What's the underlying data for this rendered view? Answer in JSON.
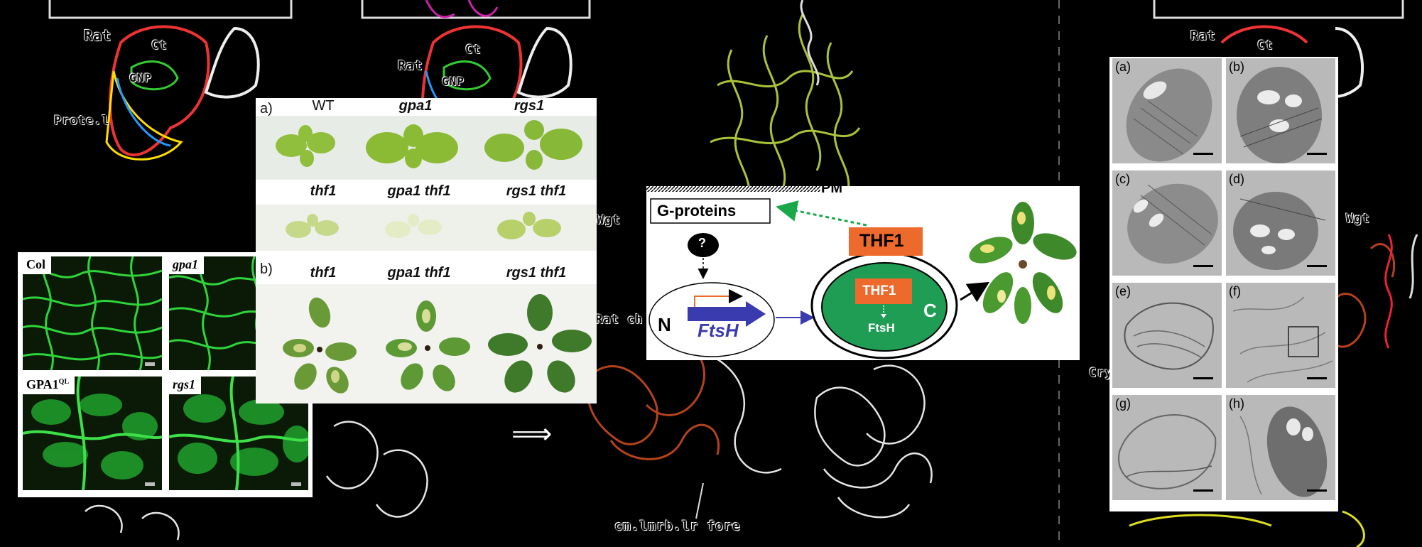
{
  "background_labels": {
    "top_left_1": "Rat",
    "top_left_2": "Ct",
    "top_left_3": "GNP",
    "top_left_4": "Prote.l",
    "top_mid_1": "Rat",
    "top_mid_2": "Ct",
    "top_mid_3": "GNP",
    "right_1": "Rat",
    "right_2": "Ct",
    "bottom_caption": "cm.lmrb.lr fore",
    "arrow_symbol": "⟹",
    "mid_tag": "Rat ch",
    "side_tag_1": "Wgt",
    "side_tag_2": "Wgt",
    "cry_tag": "Cry"
  },
  "micrographs": {
    "col": "Col",
    "gpa1": "gpa1",
    "gpa1ql_base": "GPA1",
    "gpa1ql_sup": "QL",
    "rgs1": "rgs1"
  },
  "seedlings": {
    "label_a": "a)",
    "label_b": "b)",
    "row1": [
      "WT",
      "gpa1",
      "rgs1"
    ],
    "row2": [
      "thf1",
      "gpa1 thf1",
      "rgs1 thf1"
    ],
    "row3": [
      "thf1",
      "gpa1 thf1",
      "rgs1 thf1"
    ]
  },
  "model": {
    "pm": "PM",
    "gproteins": "G-proteins",
    "question": "?",
    "n": "N",
    "ftsh_gene": "FtsH",
    "thf1_outer": "THF1",
    "thf1_inner": "THF1",
    "ftsh_protein": "FtsH",
    "c": "C",
    "colors": {
      "orange": "#ee6a2c",
      "green": "#1f9d55",
      "blue": "#3b3bb0",
      "dotted": "#1aa84a"
    }
  },
  "em_panels": [
    "(a)",
    "(b)",
    "(c)",
    "(d)",
    "(e)",
    "(f)",
    "(g)",
    "(h)"
  ]
}
